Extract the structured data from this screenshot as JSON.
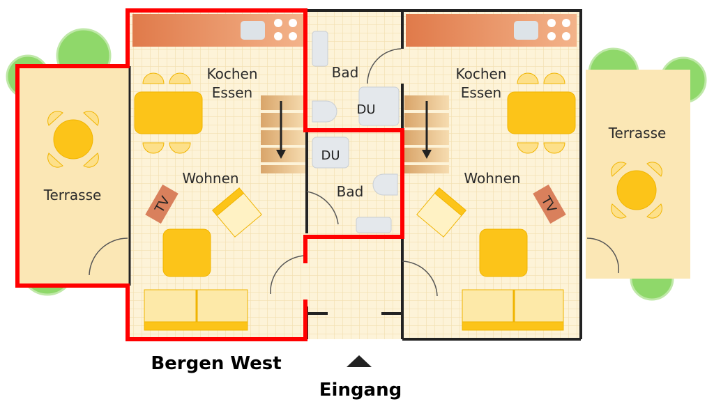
{
  "plan": {
    "left_unit": {
      "kitchen_line1": "Kochen",
      "kitchen_line2": "Essen",
      "living": "Wohnen",
      "bath": "Bad",
      "shower": "DU",
      "tv": "TV",
      "terrace": "Terrasse"
    },
    "right_unit": {
      "kitchen_line1": "Kochen",
      "kitchen_line2": "Essen",
      "living": "Wohnen",
      "bath": "Bad",
      "shower": "DU",
      "tv": "TV",
      "terrace": "Terrasse"
    },
    "highlight_color": "#ff0000",
    "highlighted_unit_label": "Bergen West",
    "entrance_label": "Eingang"
  }
}
